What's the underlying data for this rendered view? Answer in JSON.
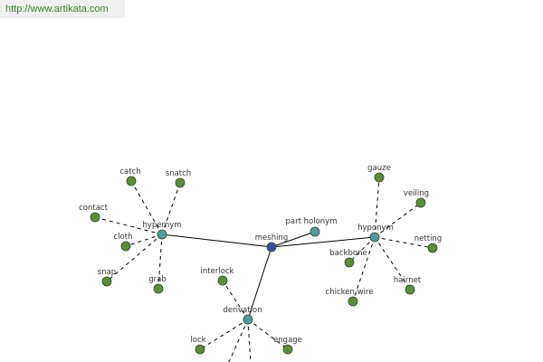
{
  "watermark": "http://www.artikata.com",
  "colors": {
    "leaf_node": "#5b8d3c",
    "relation_node": "#4e9aa0",
    "center_node": "#3b4aa0",
    "edge": "#000000"
  },
  "graph": {
    "center": "meshing",
    "relations": [
      {
        "label": "hypernym",
        "members": [
          "catch",
          "snatch",
          "contact",
          "cloth",
          "snap",
          "grab"
        ]
      },
      {
        "label": "part holonym",
        "members": []
      },
      {
        "label": "hyponym",
        "members": [
          "gauze",
          "veiling",
          "netting",
          "backbone",
          "chicken wire",
          "hairnet"
        ]
      },
      {
        "label": "derivation",
        "members": [
          "interlock",
          "lock",
          "engage"
        ]
      }
    ]
  }
}
